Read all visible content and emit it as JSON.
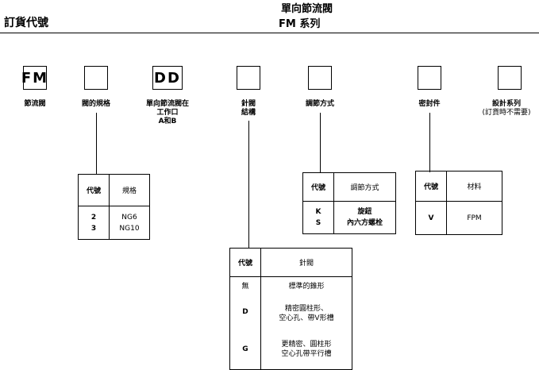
{
  "header": {
    "left_title": "訂貨代號",
    "right_title": "單向節流閥",
    "right_subtitle": "FM 系列"
  },
  "code_boxes": [
    {
      "value": "FM",
      "label": "節流閥"
    },
    {
      "value": "",
      "label": "閥的規格"
    },
    {
      "value": "DD",
      "label_lines": [
        "單向節流閥在",
        "工作口",
        "A和B"
      ]
    },
    {
      "value": "",
      "label_lines": [
        "針閥",
        "結構"
      ]
    },
    {
      "value": "",
      "label": "調節方式"
    },
    {
      "value": "",
      "label": "密封件"
    },
    {
      "value": "",
      "label_lines": [
        "設計系列",
        "(訂貨時不需要)"
      ]
    }
  ],
  "tables": {
    "size": {
      "headers": [
        "代號",
        "規格"
      ],
      "rows": [
        {
          "code": "2",
          "value": "NG6"
        },
        {
          "code": "3",
          "value": "NG10"
        }
      ]
    },
    "adjust": {
      "headers": [
        "代號",
        "調節方式"
      ],
      "rows": [
        {
          "code": "K",
          "value": "旋鈕"
        },
        {
          "code": "S",
          "value": "內六方螺栓"
        }
      ]
    },
    "seal": {
      "headers": [
        "代號",
        "材料"
      ],
      "rows": [
        {
          "code": "V",
          "value": "FPM"
        }
      ]
    },
    "needle": {
      "headers": [
        "代號",
        "針閥"
      ],
      "rows": [
        {
          "code": "無",
          "lines": [
            "標準的錐形"
          ]
        },
        {
          "code": "D",
          "lines": [
            "精密圓柱形、",
            "空心孔、帶V形槽"
          ]
        },
        {
          "code": "G",
          "lines": [
            "更精密、圓柱形",
            "空心孔帶平行槽"
          ]
        }
      ]
    }
  }
}
